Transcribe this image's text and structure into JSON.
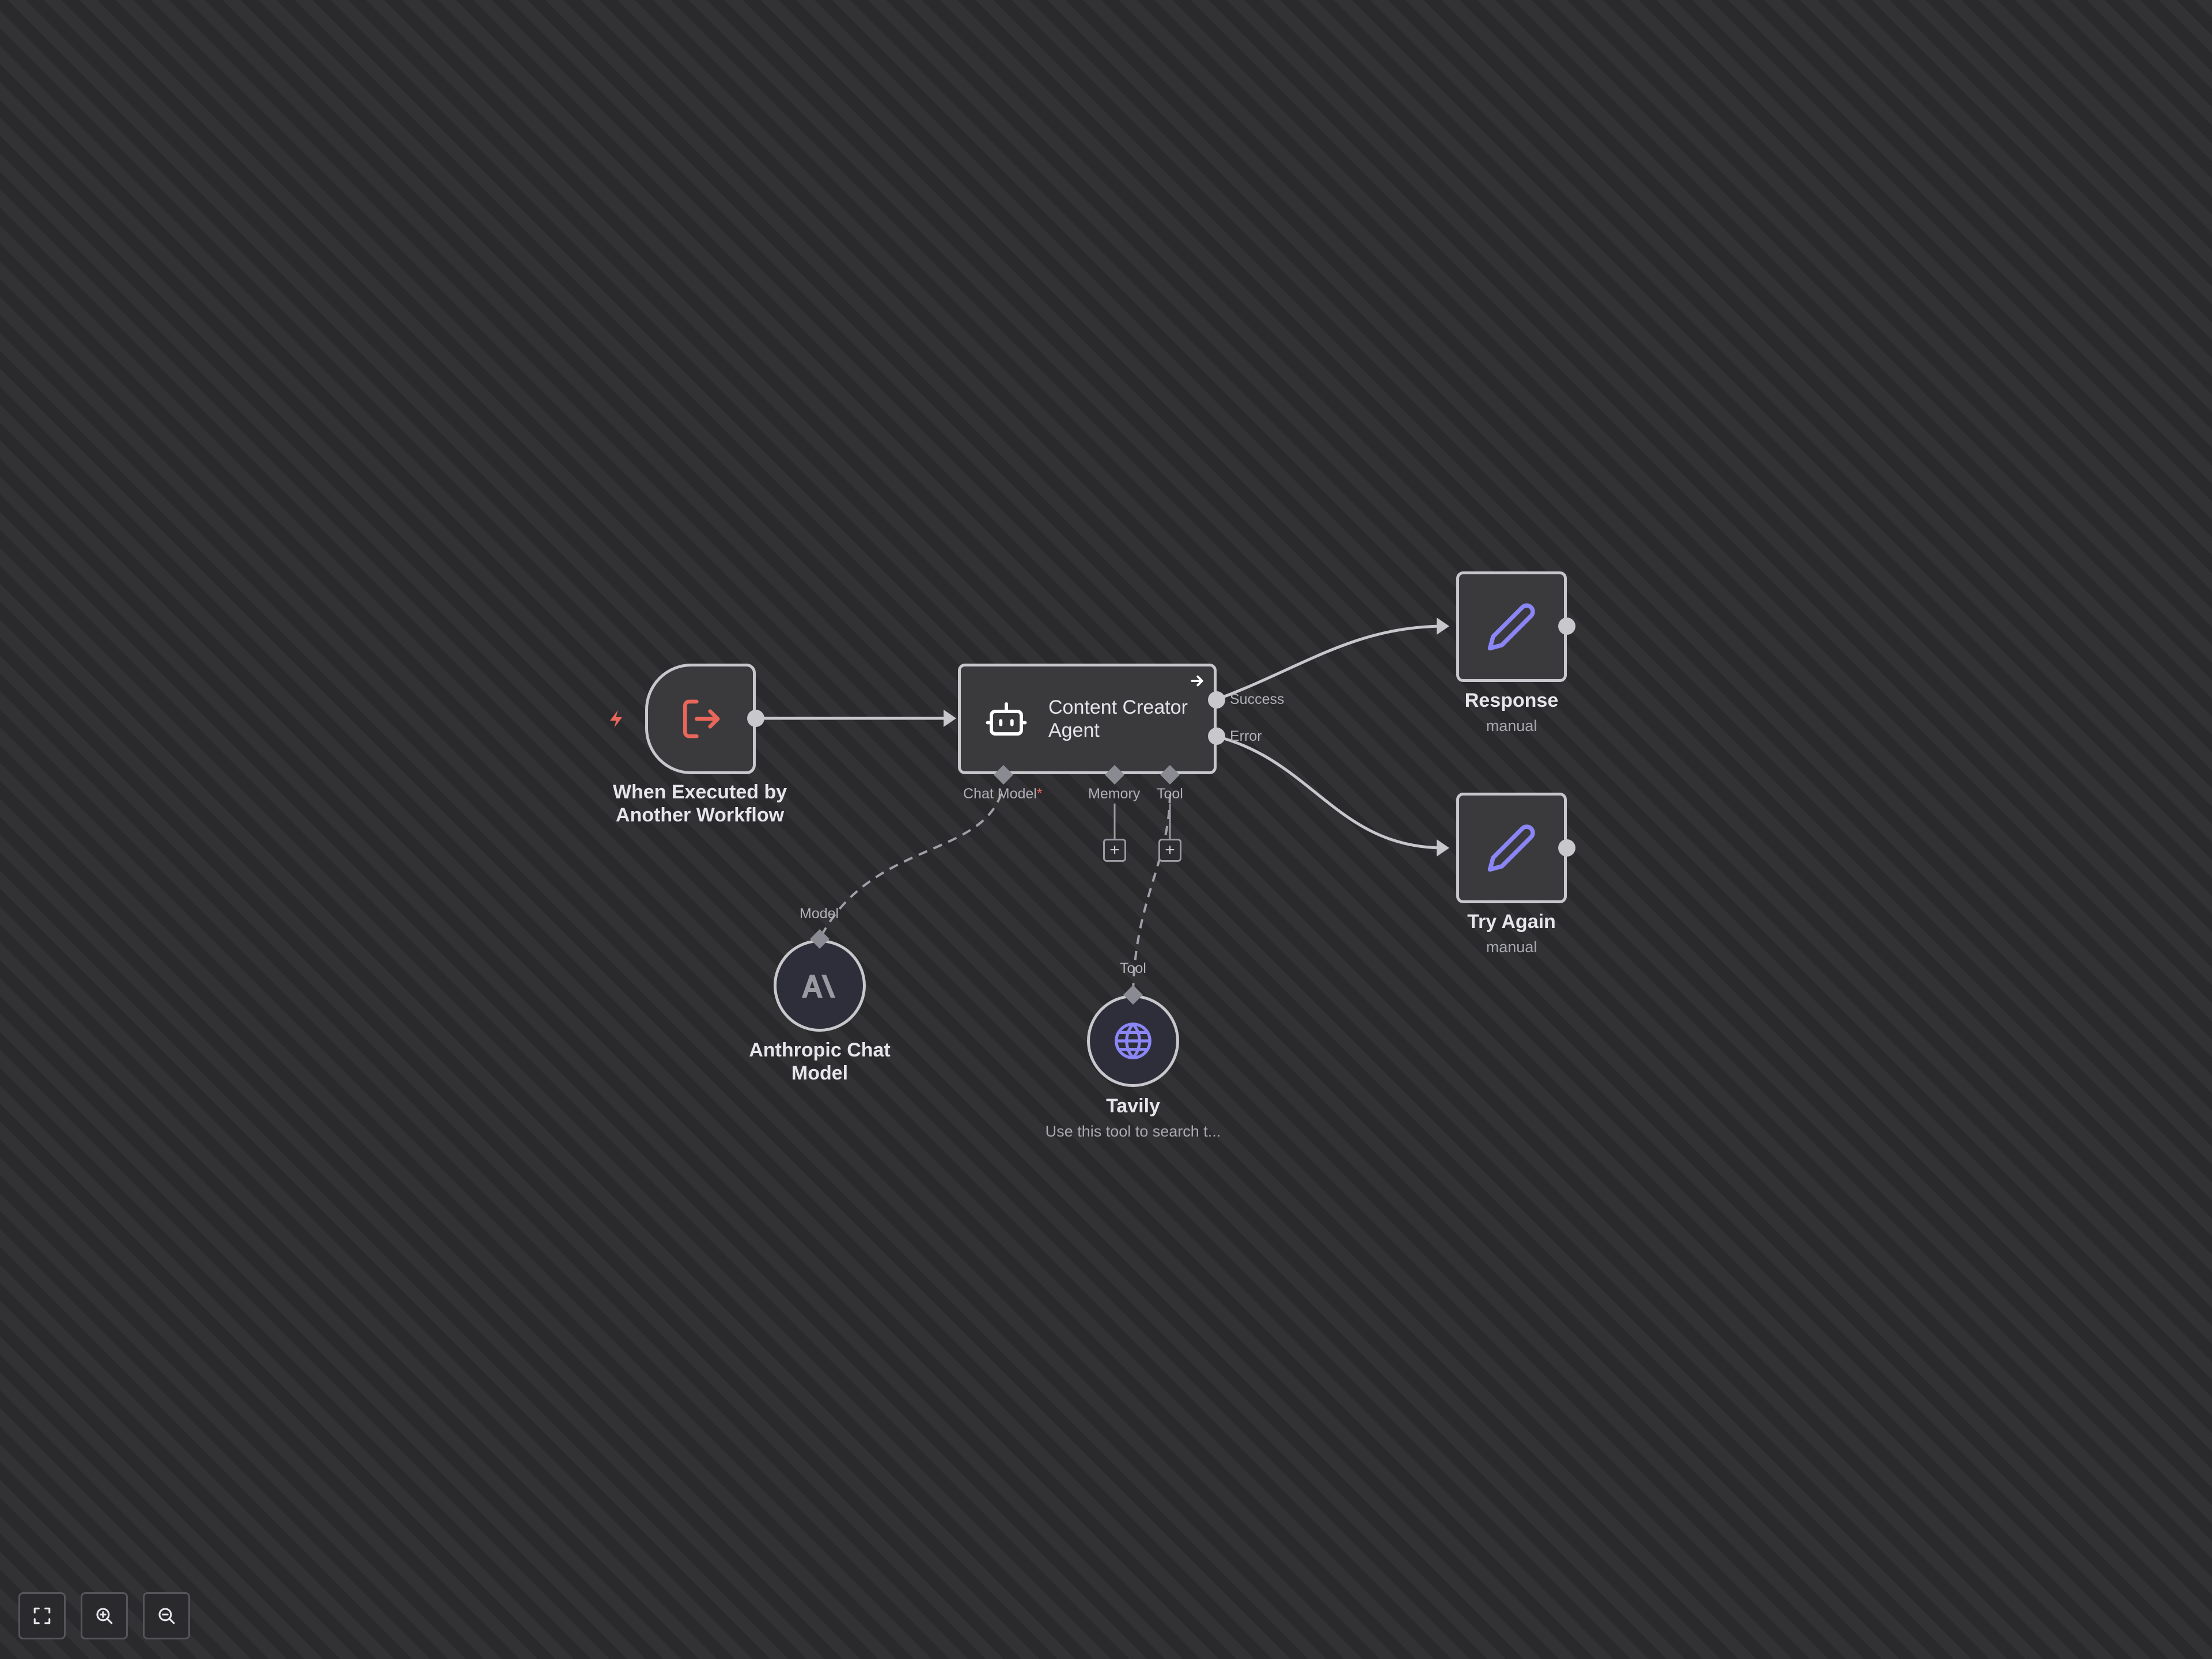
{
  "nodes": {
    "trigger": {
      "title": "When Executed by Another Workflow",
      "icon": "sign-in-icon",
      "color": "#e8665a"
    },
    "agent": {
      "title": "Content Creator Agent",
      "icon": "robot-icon",
      "outputs": {
        "success": "Success",
        "error": "Error"
      },
      "ports": {
        "chat_model": "Chat Model",
        "required_mark": "*",
        "memory": "Memory",
        "tool": "Tool"
      }
    },
    "response": {
      "title": "Response",
      "subtitle": "manual",
      "icon": "pencil-icon",
      "color": "#8b86f5"
    },
    "try_again": {
      "title": "Try Again",
      "subtitle": "manual",
      "icon": "pencil-icon",
      "color": "#8b86f5"
    },
    "anthropic": {
      "title": "Anthropic Chat Model",
      "port": "Model",
      "icon": "anthropic-logo-icon"
    },
    "tavily": {
      "title": "Tavily",
      "subtitle": "Use this tool to search t...",
      "port": "Tool",
      "icon": "globe-icon",
      "color": "#8b86f5"
    }
  },
  "plus_buttons": [
    "+",
    "+"
  ],
  "controls": [
    "fit-view-icon",
    "zoom-in-icon",
    "zoom-out-icon"
  ]
}
